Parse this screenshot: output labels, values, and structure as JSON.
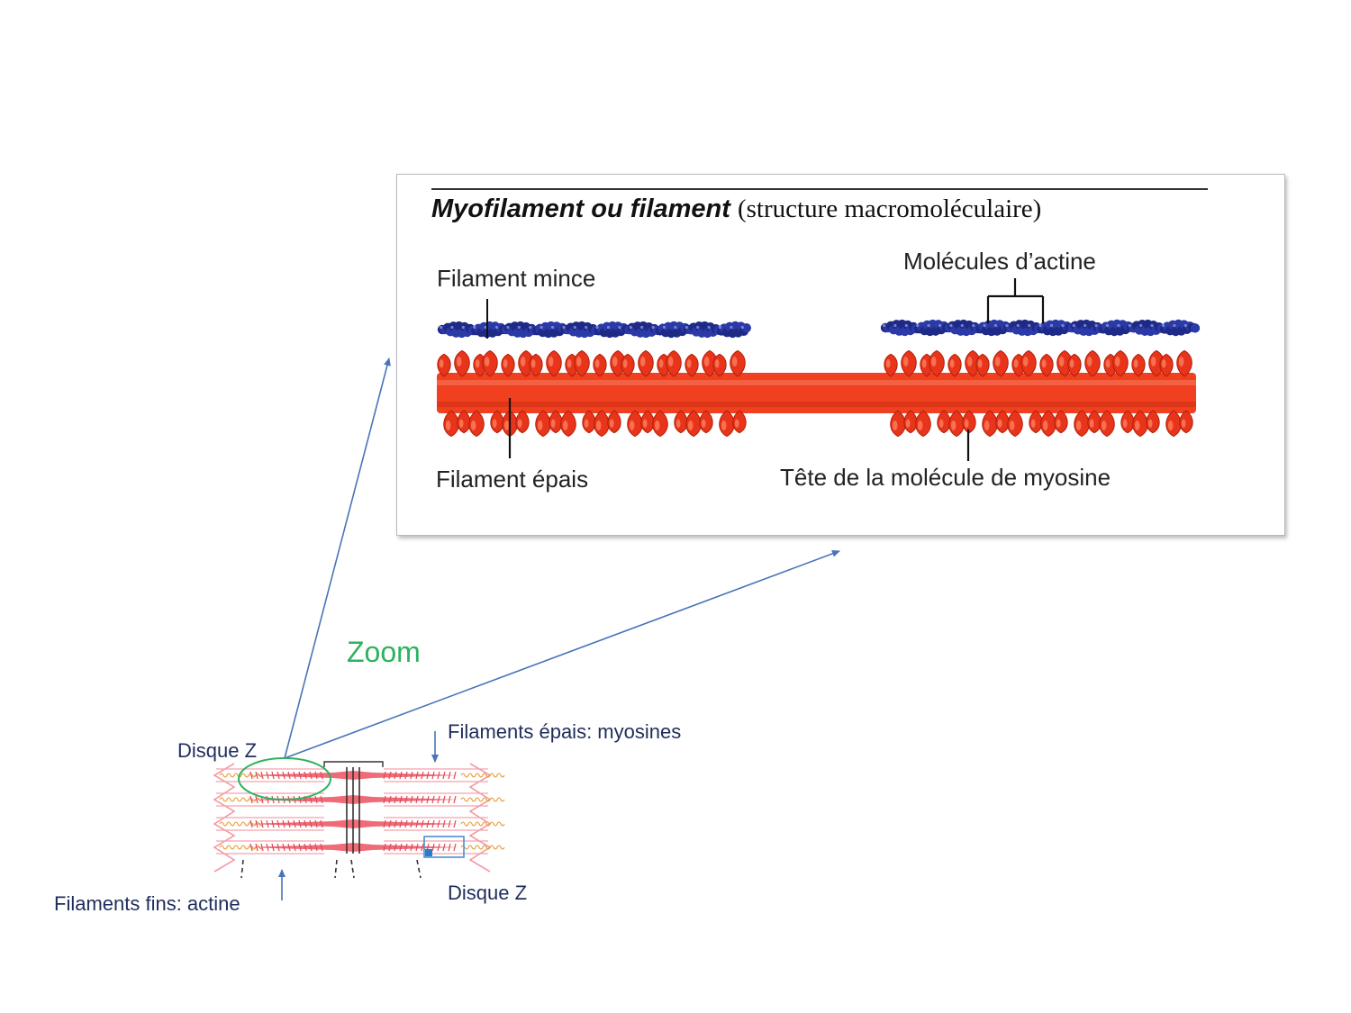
{
  "inset": {
    "title_bold": "Myofilament ou filament",
    "title_rest": "(structure macromoléculaire)",
    "label_thin": "Filament mince",
    "label_actin": "Molécules d’actine",
    "label_thick": "Filament épais",
    "label_head": "Tête de la molécule de myosine"
  },
  "zoom_label": "Zoom",
  "sarcomere": {
    "disque_z_top": "Disque Z",
    "disque_z_bottom": "Disque Z",
    "thick_label": "Filaments épais: myosines",
    "thin_label": "Filaments fins: actine"
  },
  "colors": {
    "arrow": "#4a74b8",
    "zoom_green": "#2db25f",
    "actin_blue": "#1f2a8a",
    "myosin_red": "#f04020",
    "sarcomere_pink": "#f06a78"
  }
}
